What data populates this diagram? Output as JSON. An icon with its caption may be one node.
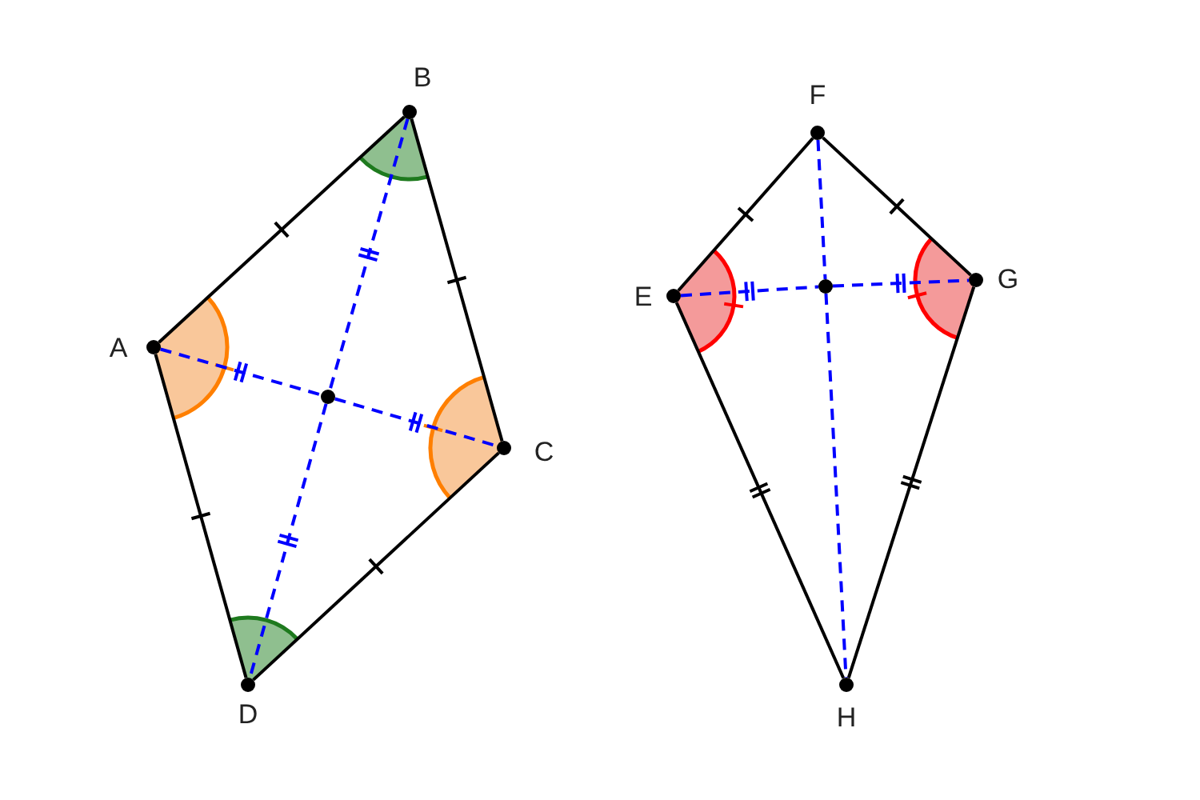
{
  "diagram": {
    "nodes": [
      {
        "text": [
          "A"
        ]
      },
      {
        "text": [
          "B"
        ]
      },
      {
        "text": [
          "C"
        ]
      },
      {
        "text": [
          "D"
        ]
      },
      {
        "text": [],
        "shape": "circle"
      },
      {
        "text": [
          "E"
        ]
      },
      {
        "text": [
          "F"
        ]
      },
      {
        "text": [
          "G"
        ]
      },
      {
        "text": [
          "H"
        ]
      },
      {
        "text": [],
        "shape": "circle"
      }
    ],
    "edges": [
      {
        "from": 0,
        "to": 1,
        "arrow": "none"
      },
      {
        "from": 1,
        "to": 2,
        "arrow": "none"
      },
      {
        "from": 2,
        "to": 3,
        "arrow": "none"
      },
      {
        "from": 3,
        "to": 0,
        "arrow": "none"
      },
      {
        "from": 0,
        "to": 4,
        "arrow": "none",
        "style": "dashed",
        "color": "#0000ff"
      },
      {
        "from": 4,
        "to": 2,
        "arrow": "none",
        "style": "dashed",
        "color": "#0000ff"
      },
      {
        "from": 1,
        "to": 4,
        "arrow": "none",
        "style": "dashed",
        "color": "#0000ff"
      },
      {
        "from": 4,
        "to": 3,
        "arrow": "none",
        "style": "dashed",
        "color": "#0000ff"
      },
      {
        "from": 5,
        "to": 6,
        "arrow": "none"
      },
      {
        "from": 6,
        "to": 7,
        "arrow": "none"
      },
      {
        "from": 7,
        "to": 8,
        "arrow": "none"
      },
      {
        "from": 8,
        "to": 5,
        "arrow": "none"
      },
      {
        "from": 5,
        "to": 9,
        "arrow": "none",
        "style": "dashed",
        "color": "#0000ff"
      },
      {
        "from": 9,
        "to": 7,
        "arrow": "none",
        "style": "dashed",
        "color": "#0000ff"
      },
      {
        "from": 6,
        "to": 9,
        "arrow": "none",
        "style": "dashed",
        "color": "#0000ff"
      },
      {
        "from": 9,
        "to": 8,
        "arrow": "none",
        "style": "dashed",
        "color": "#0000ff"
      }
    ]
  }
}
